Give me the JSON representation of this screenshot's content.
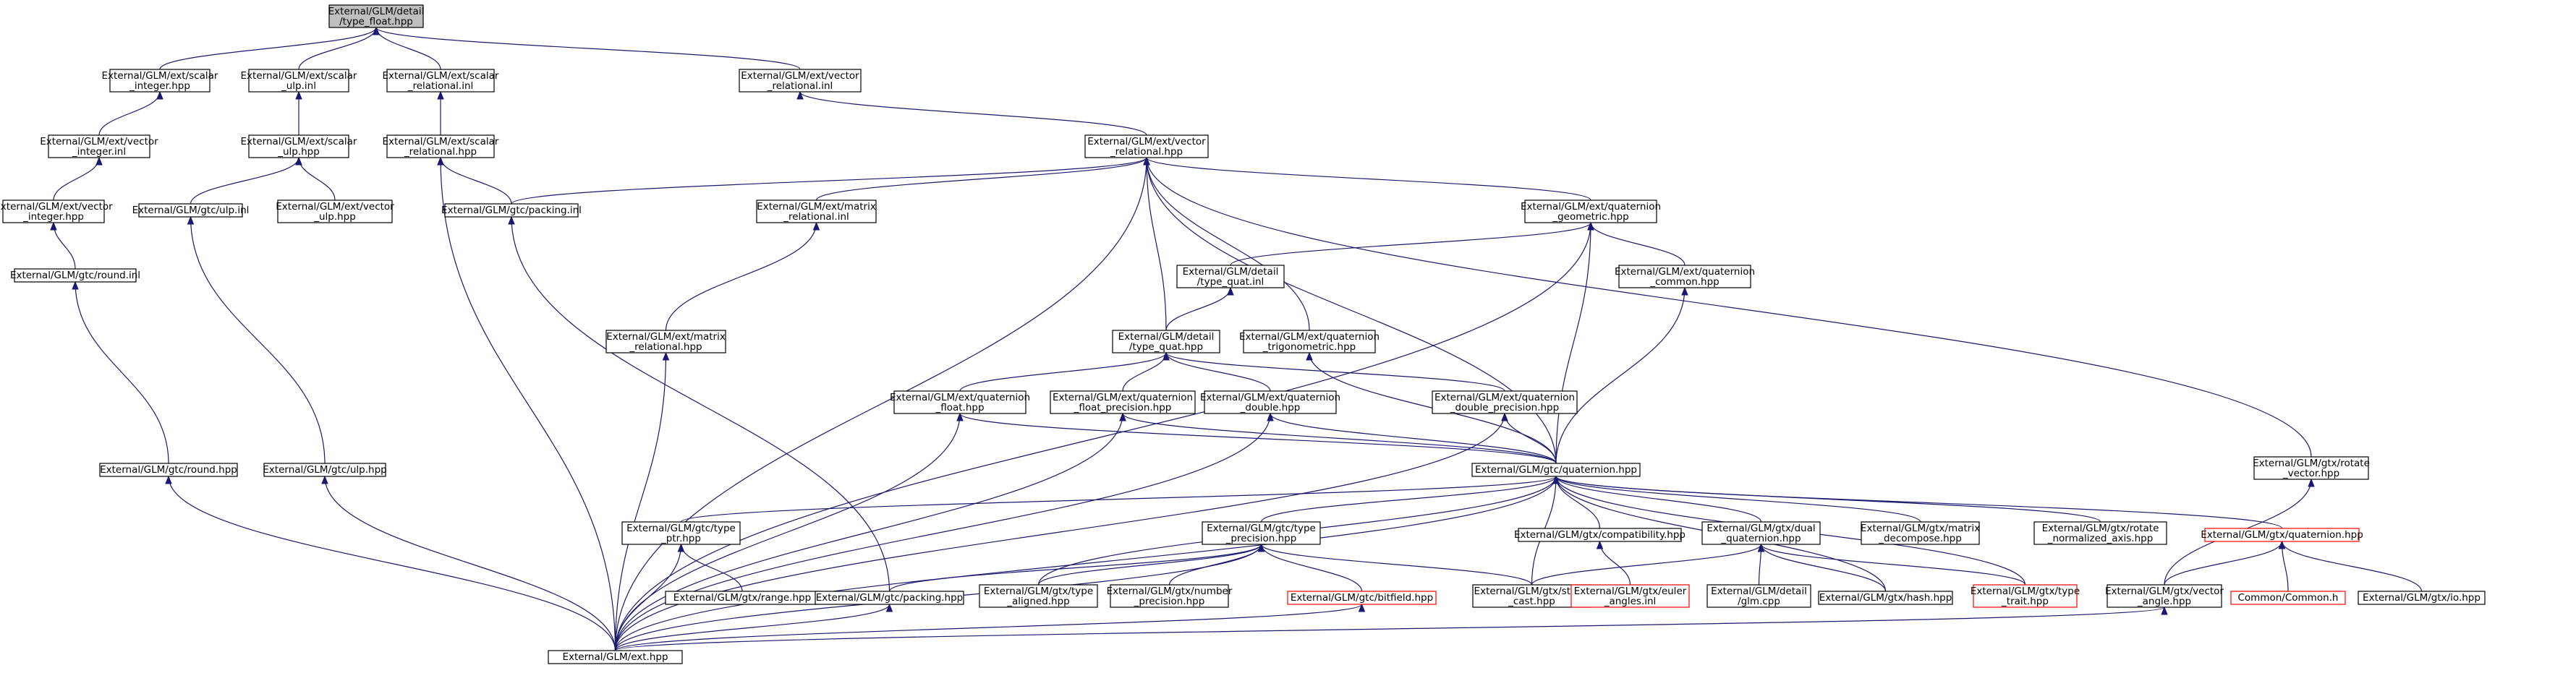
{
  "graph_title": "",
  "nodes": [
    {
      "id": "type_float",
      "lines": [
        "External/GLM/detail",
        "/type_float.hpp"
      ],
      "style": "root"
    },
    {
      "id": "scalar_integer",
      "lines": [
        "External/GLM/ext/scalar",
        "_integer.hpp"
      ],
      "style": "normal"
    },
    {
      "id": "scalar_ulp_inl",
      "lines": [
        "External/GLM/ext/scalar",
        "_ulp.inl"
      ],
      "style": "normal"
    },
    {
      "id": "scalar_relational_inl",
      "lines": [
        "External/GLM/ext/scalar",
        "_relational.inl"
      ],
      "style": "normal"
    },
    {
      "id": "vector_relational_inl",
      "lines": [
        "External/GLM/ext/vector",
        "_relational.inl"
      ],
      "style": "normal"
    },
    {
      "id": "vector_integer_inl",
      "lines": [
        "External/GLM/ext/vector",
        "_integer.inl"
      ],
      "style": "normal"
    },
    {
      "id": "scalar_ulp_hpp",
      "lines": [
        "External/GLM/ext/scalar",
        "_ulp.hpp"
      ],
      "style": "normal"
    },
    {
      "id": "scalar_relational_hpp",
      "lines": [
        "External/GLM/ext/scalar",
        "_relational.hpp"
      ],
      "style": "normal"
    },
    {
      "id": "vector_relational_hpp",
      "lines": [
        "External/GLM/ext/vector",
        "_relational.hpp"
      ],
      "style": "normal"
    },
    {
      "id": "vector_integer_hpp",
      "lines": [
        "External/GLM/ext/vector",
        "_integer.hpp"
      ],
      "style": "normal"
    },
    {
      "id": "gtc_ulp_inl",
      "lines": [
        "External/GLM/gtc/ulp.inl"
      ],
      "style": "normal"
    },
    {
      "id": "vector_ulp_hpp",
      "lines": [
        "External/GLM/ext/vector",
        "_ulp.hpp"
      ],
      "style": "normal"
    },
    {
      "id": "gtc_packing_inl",
      "lines": [
        "External/GLM/gtc/packing.inl"
      ],
      "style": "normal"
    },
    {
      "id": "matrix_relational_inl",
      "lines": [
        "External/GLM/ext/matrix",
        "_relational.inl"
      ],
      "style": "normal"
    },
    {
      "id": "quaternion_geometric_hpp",
      "lines": [
        "External/GLM/ext/quaternion",
        "_geometric.hpp"
      ],
      "style": "normal"
    },
    {
      "id": "gtc_round_inl",
      "lines": [
        "External/GLM/gtc/round.inl"
      ],
      "style": "normal"
    },
    {
      "id": "type_quat_inl",
      "lines": [
        "External/GLM/detail",
        "/type_quat.inl"
      ],
      "style": "normal"
    },
    {
      "id": "quaternion_common_hpp",
      "lines": [
        "External/GLM/ext/quaternion",
        "_common.hpp"
      ],
      "style": "normal"
    },
    {
      "id": "matrix_relational_hpp",
      "lines": [
        "External/GLM/ext/matrix",
        "_relational.hpp"
      ],
      "style": "normal"
    },
    {
      "id": "type_quat_hpp",
      "lines": [
        "External/GLM/detail",
        "/type_quat.hpp"
      ],
      "style": "normal"
    },
    {
      "id": "quaternion_trigonometric_hpp",
      "lines": [
        "External/GLM/ext/quaternion",
        "_trigonometric.hpp"
      ],
      "style": "normal"
    },
    {
      "id": "quaternion_float_hpp",
      "lines": [
        "External/GLM/ext/quaternion",
        "_float.hpp"
      ],
      "style": "normal"
    },
    {
      "id": "quaternion_float_precision_hpp",
      "lines": [
        "External/GLM/ext/quaternion",
        "_float_precision.hpp"
      ],
      "style": "normal"
    },
    {
      "id": "quaternion_double_hpp",
      "lines": [
        "External/GLM/ext/quaternion",
        "_double.hpp"
      ],
      "style": "normal"
    },
    {
      "id": "quaternion_double_precision_hpp",
      "lines": [
        "External/GLM/ext/quaternion",
        "_double_precision.hpp"
      ],
      "style": "normal"
    },
    {
      "id": "gtc_round_hpp",
      "lines": [
        "External/GLM/gtc/round.hpp"
      ],
      "style": "normal"
    },
    {
      "id": "gtc_ulp_hpp",
      "lines": [
        "External/GLM/gtc/ulp.hpp"
      ],
      "style": "normal"
    },
    {
      "id": "gtc_quaternion_hpp",
      "lines": [
        "External/GLM/gtc/quaternion.hpp"
      ],
      "style": "normal"
    },
    {
      "id": "gtx_rotate_vector_hpp",
      "lines": [
        "External/GLM/gtx/rotate",
        "_vector.hpp"
      ],
      "style": "normal"
    },
    {
      "id": "gtc_type_ptr_hpp",
      "lines": [
        "External/GLM/gtc/type",
        "_ptr.hpp"
      ],
      "style": "normal"
    },
    {
      "id": "gtc_type_precision_hpp",
      "lines": [
        "External/GLM/gtc/type",
        "_precision.hpp"
      ],
      "style": "normal"
    },
    {
      "id": "gtx_compatibility_hpp",
      "lines": [
        "External/GLM/gtx/compatibility.hpp"
      ],
      "style": "normal"
    },
    {
      "id": "gtx_dual_quaternion_hpp",
      "lines": [
        "External/GLM/gtx/dual",
        "_quaternion.hpp"
      ],
      "style": "normal"
    },
    {
      "id": "gtx_matrix_decompose_hpp",
      "lines": [
        "External/GLM/gtx/matrix",
        "_decompose.hpp"
      ],
      "style": "normal"
    },
    {
      "id": "gtx_rotate_normalized_axis_hpp",
      "lines": [
        "External/GLM/gtx/rotate",
        "_normalized_axis.hpp"
      ],
      "style": "normal"
    },
    {
      "id": "gtx_quaternion_hpp",
      "lines": [
        "External/GLM/gtx/quaternion.hpp"
      ],
      "style": "red"
    },
    {
      "id": "gtx_range_hpp",
      "lines": [
        "External/GLM/gtx/range.hpp"
      ],
      "style": "normal"
    },
    {
      "id": "gtc_packing_hpp",
      "lines": [
        "External/GLM/gtc/packing.hpp"
      ],
      "style": "normal"
    },
    {
      "id": "gtx_type_aligned_hpp",
      "lines": [
        "External/GLM/gtx/type",
        "_aligned.hpp"
      ],
      "style": "normal"
    },
    {
      "id": "gtx_number_precision_hpp",
      "lines": [
        "External/GLM/gtx/number",
        "_precision.hpp"
      ],
      "style": "normal"
    },
    {
      "id": "gtc_bitfield_hpp",
      "lines": [
        "External/GLM/gtc/bitfield.hpp"
      ],
      "style": "red"
    },
    {
      "id": "gtx_string_cast_hpp",
      "lines": [
        "External/GLM/gtx/string",
        "_cast.hpp"
      ],
      "style": "normal"
    },
    {
      "id": "gtx_euler_angles_inl",
      "lines": [
        "External/GLM/gtx/euler",
        "_angles.inl"
      ],
      "style": "red"
    },
    {
      "id": "detail_glm_cpp",
      "lines": [
        "External/GLM/detail",
        "/glm.cpp"
      ],
      "style": "normal"
    },
    {
      "id": "gtx_hash_hpp",
      "lines": [
        "External/GLM/gtx/hash.hpp"
      ],
      "style": "normal"
    },
    {
      "id": "gtx_type_trait_hpp",
      "lines": [
        "External/GLM/gtx/type",
        "_trait.hpp"
      ],
      "style": "red"
    },
    {
      "id": "gtx_vector_angle_hpp",
      "lines": [
        "External/GLM/gtx/vector",
        "_angle.hpp"
      ],
      "style": "normal"
    },
    {
      "id": "common_common_h",
      "lines": [
        "Common/Common.h"
      ],
      "style": "red"
    },
    {
      "id": "gtx_io_hpp",
      "lines": [
        "External/GLM/gtx/io.hpp"
      ],
      "style": "normal"
    },
    {
      "id": "ext_hpp",
      "lines": [
        "External/GLM/ext.hpp"
      ],
      "style": "normal"
    }
  ],
  "edges": [
    [
      "scalar_integer",
      "type_float"
    ],
    [
      "scalar_ulp_inl",
      "type_float"
    ],
    [
      "scalar_relational_inl",
      "type_float"
    ],
    [
      "vector_relational_inl",
      "type_float"
    ],
    [
      "vector_integer_inl",
      "scalar_integer"
    ],
    [
      "scalar_ulp_hpp",
      "scalar_ulp_inl"
    ],
    [
      "scalar_relational_hpp",
      "scalar_relational_inl"
    ],
    [
      "vector_relational_hpp",
      "vector_relational_inl"
    ],
    [
      "vector_integer_hpp",
      "vector_integer_inl"
    ],
    [
      "gtc_ulp_inl",
      "scalar_ulp_hpp"
    ],
    [
      "vector_ulp_hpp",
      "scalar_ulp_hpp"
    ],
    [
      "gtc_packing_inl",
      "scalar_relational_hpp"
    ],
    [
      "ext_hpp",
      "scalar_relational_hpp"
    ],
    [
      "gtc_packing_inl",
      "vector_relational_hpp"
    ],
    [
      "matrix_relational_inl",
      "vector_relational_hpp"
    ],
    [
      "quaternion_geometric_hpp",
      "vector_relational_hpp"
    ],
    [
      "type_quat_hpp",
      "vector_relational_hpp"
    ],
    [
      "quaternion_trigonometric_hpp",
      "vector_relational_hpp"
    ],
    [
      "gtc_quaternion_hpp",
      "vector_relational_hpp"
    ],
    [
      "gtx_rotate_vector_hpp",
      "vector_relational_hpp"
    ],
    [
      "ext_hpp",
      "vector_relational_hpp"
    ],
    [
      "gtc_round_inl",
      "vector_integer_hpp"
    ],
    [
      "gtc_ulp_hpp",
      "gtc_ulp_inl"
    ],
    [
      "gtc_packing_hpp",
      "gtc_packing_inl"
    ],
    [
      "matrix_relational_hpp",
      "matrix_relational_inl"
    ],
    [
      "type_quat_inl",
      "quaternion_geometric_hpp"
    ],
    [
      "quaternion_common_hpp",
      "quaternion_geometric_hpp"
    ],
    [
      "gtc_quaternion_hpp",
      "quaternion_geometric_hpp"
    ],
    [
      "ext_hpp",
      "quaternion_geometric_hpp"
    ],
    [
      "gtc_round_hpp",
      "gtc_round_inl"
    ],
    [
      "type_quat_hpp",
      "type_quat_inl"
    ],
    [
      "gtc_quaternion_hpp",
      "quaternion_common_hpp"
    ],
    [
      "ext_hpp",
      "matrix_relational_hpp"
    ],
    [
      "quaternion_float_hpp",
      "type_quat_hpp"
    ],
    [
      "quaternion_float_precision_hpp",
      "type_quat_hpp"
    ],
    [
      "quaternion_double_hpp",
      "type_quat_hpp"
    ],
    [
      "quaternion_double_precision_hpp",
      "type_quat_hpp"
    ],
    [
      "gtc_quaternion_hpp",
      "quaternion_trigonometric_hpp"
    ],
    [
      "gtc_quaternion_hpp",
      "quaternion_float_hpp"
    ],
    [
      "ext_hpp",
      "quaternion_float_hpp"
    ],
    [
      "gtc_quaternion_hpp",
      "quaternion_float_precision_hpp"
    ],
    [
      "ext_hpp",
      "quaternion_float_precision_hpp"
    ],
    [
      "gtc_quaternion_hpp",
      "quaternion_double_hpp"
    ],
    [
      "ext_hpp",
      "quaternion_double_hpp"
    ],
    [
      "gtc_quaternion_hpp",
      "quaternion_double_precision_hpp"
    ],
    [
      "ext_hpp",
      "quaternion_double_precision_hpp"
    ],
    [
      "ext_hpp",
      "gtc_round_hpp"
    ],
    [
      "ext_hpp",
      "gtc_ulp_hpp"
    ],
    [
      "gtc_type_ptr_hpp",
      "gtc_quaternion_hpp"
    ],
    [
      "gtc_type_precision_hpp",
      "gtc_quaternion_hpp"
    ],
    [
      "gtx_compatibility_hpp",
      "gtc_quaternion_hpp"
    ],
    [
      "gtx_dual_quaternion_hpp",
      "gtc_quaternion_hpp"
    ],
    [
      "gtx_matrix_decompose_hpp",
      "gtc_quaternion_hpp"
    ],
    [
      "gtx_rotate_normalized_axis_hpp",
      "gtc_quaternion_hpp"
    ],
    [
      "gtx_quaternion_hpp",
      "gtc_quaternion_hpp"
    ],
    [
      "gtx_type_aligned_hpp",
      "gtc_quaternion_hpp"
    ],
    [
      "gtx_string_cast_hpp",
      "gtc_quaternion_hpp"
    ],
    [
      "gtx_hash_hpp",
      "gtc_quaternion_hpp"
    ],
    [
      "gtx_type_trait_hpp",
      "gtc_quaternion_hpp"
    ],
    [
      "ext_hpp",
      "gtc_quaternion_hpp"
    ],
    [
      "gtx_vector_angle_hpp",
      "gtx_rotate_vector_hpp"
    ],
    [
      "gtx_range_hpp",
      "gtc_type_ptr_hpp"
    ],
    [
      "ext_hpp",
      "gtc_type_ptr_hpp"
    ],
    [
      "gtc_packing_hpp",
      "gtc_type_precision_hpp"
    ],
    [
      "gtx_type_aligned_hpp",
      "gtc_type_precision_hpp"
    ],
    [
      "gtx_number_precision_hpp",
      "gtc_type_precision_hpp"
    ],
    [
      "gtc_bitfield_hpp",
      "gtc_type_precision_hpp"
    ],
    [
      "gtx_string_cast_hpp",
      "gtc_type_precision_hpp"
    ],
    [
      "ext_hpp",
      "gtc_type_precision_hpp"
    ],
    [
      "gtx_euler_angles_inl",
      "gtx_compatibility_hpp"
    ],
    [
      "detail_glm_cpp",
      "gtx_dual_quaternion_hpp"
    ],
    [
      "gtx_hash_hpp",
      "gtx_dual_quaternion_hpp"
    ],
    [
      "gtx_string_cast_hpp",
      "gtx_dual_quaternion_hpp"
    ],
    [
      "gtx_type_trait_hpp",
      "gtx_dual_quaternion_hpp"
    ],
    [
      "gtx_vector_angle_hpp",
      "gtx_quaternion_hpp"
    ],
    [
      "common_common_h",
      "gtx_quaternion_hpp"
    ],
    [
      "gtx_io_hpp",
      "gtx_quaternion_hpp"
    ],
    [
      "ext_hpp",
      "gtc_packing_hpp"
    ],
    [
      "ext_hpp",
      "gtc_bitfield_hpp"
    ],
    [
      "ext_hpp",
      "gtx_vector_angle_hpp"
    ]
  ]
}
